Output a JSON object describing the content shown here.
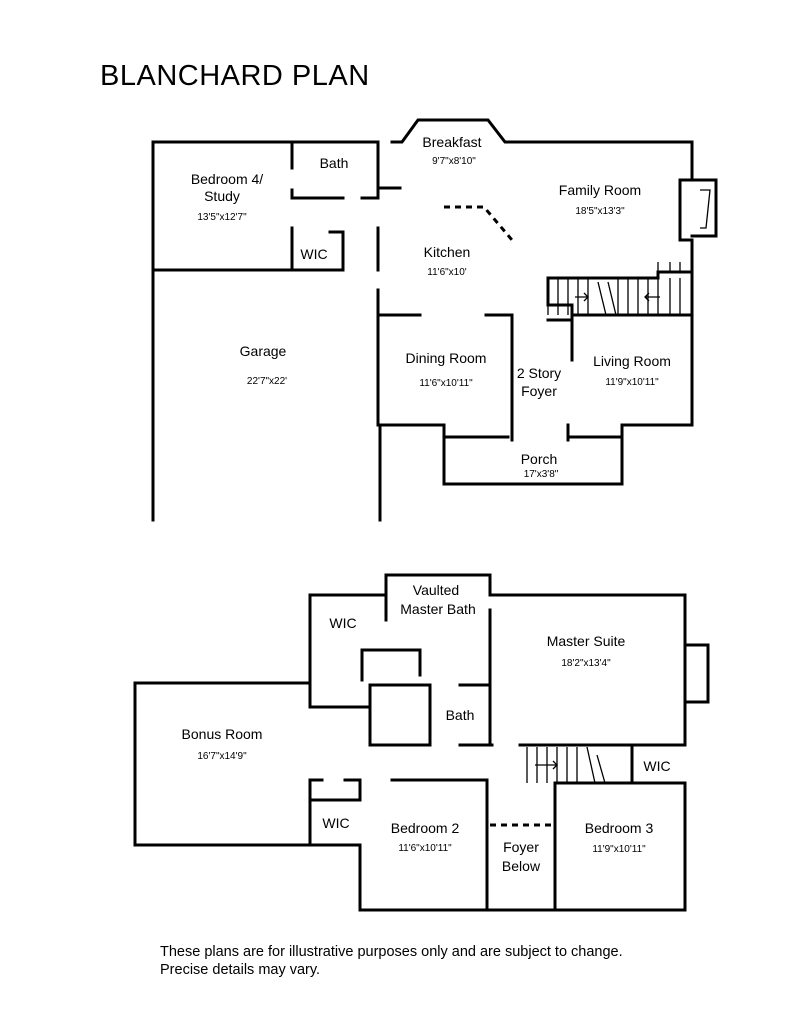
{
  "title": "BLANCHARD PLAN",
  "first_floor": {
    "bedroom4": {
      "name_line1": "Bedroom 4/",
      "name_line2": "Study",
      "dim": "13'5\"x12'7\""
    },
    "bath": {
      "name": "Bath"
    },
    "wic": {
      "name": "WIC"
    },
    "breakfast": {
      "name": "Breakfast",
      "dim": "9'7\"x8'10\""
    },
    "family_room": {
      "name": "Family Room",
      "dim": "18'5\"x13'3\""
    },
    "kitchen": {
      "name": "Kitchen",
      "dim": "11'6\"x10'"
    },
    "garage": {
      "name": "Garage",
      "dim": "22'7\"x22'"
    },
    "dining_room": {
      "name": "Dining Room",
      "dim": "11'6\"x10'11\""
    },
    "foyer": {
      "name_line1": "2 Story",
      "name_line2": "Foyer"
    },
    "living_room": {
      "name": "Living Room",
      "dim": "11'9\"x10'11\""
    },
    "porch": {
      "name": "Porch",
      "dim": "17'x3'8\""
    }
  },
  "second_floor": {
    "master_bath": {
      "name_line1": "Vaulted",
      "name_line2": "Master Bath"
    },
    "wic_master": {
      "name": "WIC"
    },
    "master_suite": {
      "name": "Master Suite",
      "dim": "18'2\"x13'4\""
    },
    "bath": {
      "name": "Bath"
    },
    "bonus_room": {
      "name": "Bonus Room",
      "dim": "16'7\"x14'9\""
    },
    "wic_bonus": {
      "name": "WIC"
    },
    "bedroom2": {
      "name": "Bedroom 2",
      "dim": "11'6\"x10'11\""
    },
    "foyer_below": {
      "name_line1": "Foyer",
      "name_line2": "Below"
    },
    "bedroom3": {
      "name": "Bedroom 3",
      "dim": "11'9\"x10'11\""
    },
    "wic_bed3": {
      "name": "WIC"
    }
  },
  "disclaimer": {
    "line1": "These plans are for illustrative purposes only and are subject to change.",
    "line2": "Precise details may vary."
  }
}
